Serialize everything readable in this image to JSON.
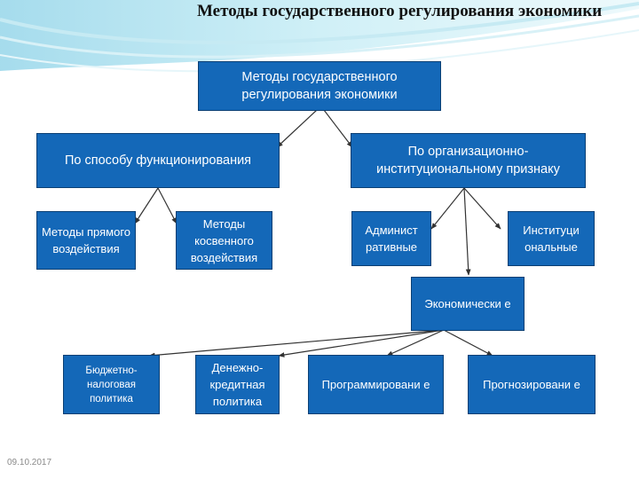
{
  "slide": {
    "title": "Методы государственного регулирования экономики",
    "date": "09.10.2017"
  },
  "colors": {
    "box_fill": "#1468b8",
    "box_border": "#0b3f73",
    "box_text": "#ffffff",
    "connector": "#333333"
  },
  "diagram": {
    "root": "Методы государственного регулирования экономики",
    "functioning": {
      "label": "По способу функционирования",
      "children": [
        "Методы прямого воздействия",
        "Методы косвенного воздействия"
      ]
    },
    "institutional": {
      "label": "По организационно-институциональному признаку",
      "children": [
        "Админист ративные",
        "Институци ональные",
        "Экономически е"
      ]
    },
    "economic_children": [
      "Бюджетно-налоговая политика",
      "Денежно-кредитная политика",
      "Программировани е",
      "Прогнозировани е"
    ]
  }
}
